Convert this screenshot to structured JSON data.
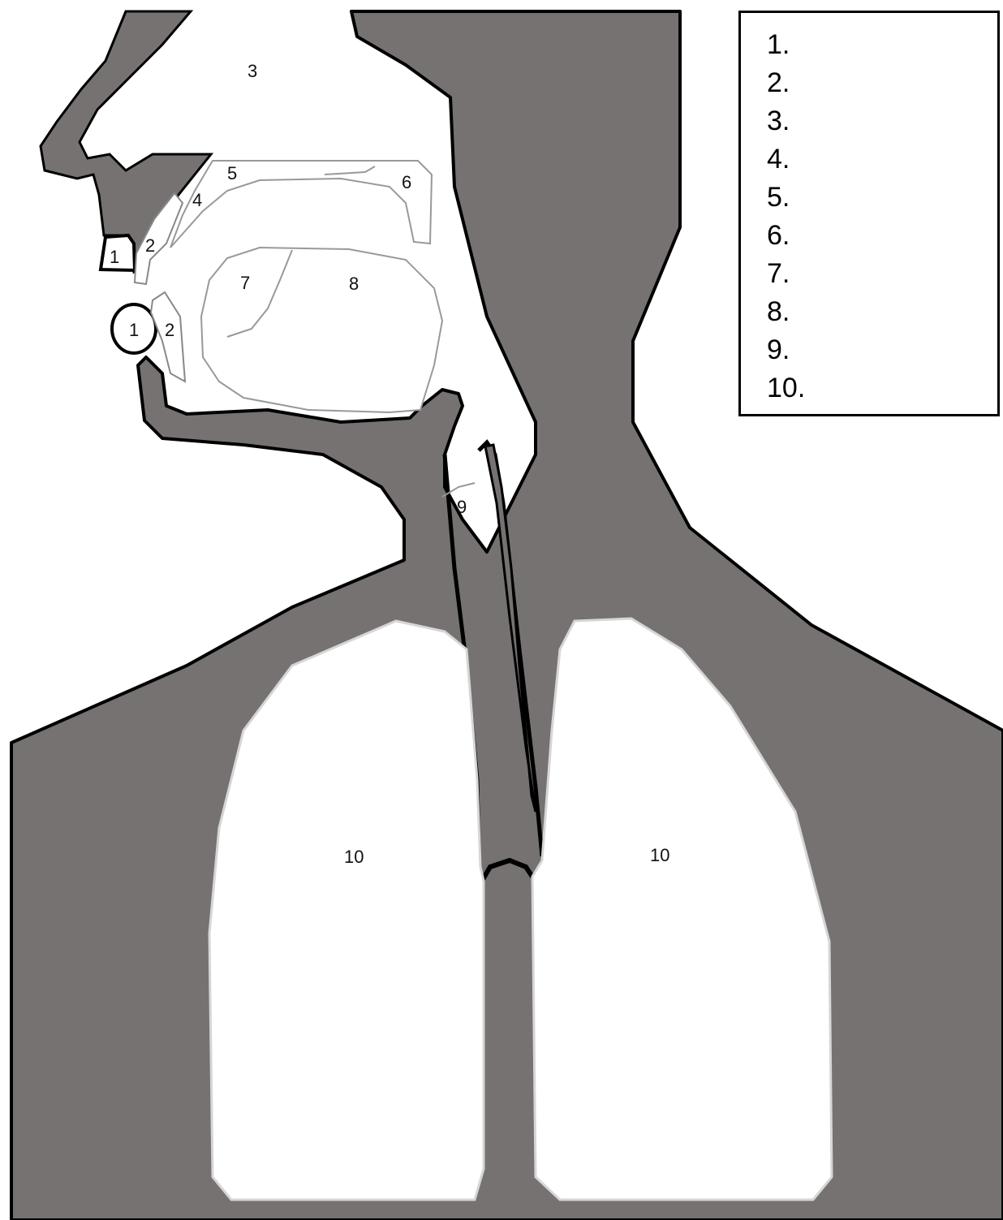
{
  "colors": {
    "tissue": "#767272",
    "outline": "#000000",
    "airway": "#ffffff",
    "thin_line": "#aaaaaa"
  },
  "labels": {
    "lip_upper": "1",
    "lip_lower": "1",
    "teeth_upper": "2",
    "teeth_lower": "2",
    "nasal_cavity": "3",
    "alveolar_ridge": "4",
    "hard_palate": "5",
    "soft_palate": "6",
    "tongue_tip": "7",
    "tongue_body": "8",
    "vocal_folds": "9",
    "lung_left": "10",
    "lung_right": "10"
  },
  "legend": [
    "1.",
    "2.",
    "3.",
    "4.",
    "5.",
    "6.",
    "7.",
    "8.",
    "9.",
    "10."
  ]
}
